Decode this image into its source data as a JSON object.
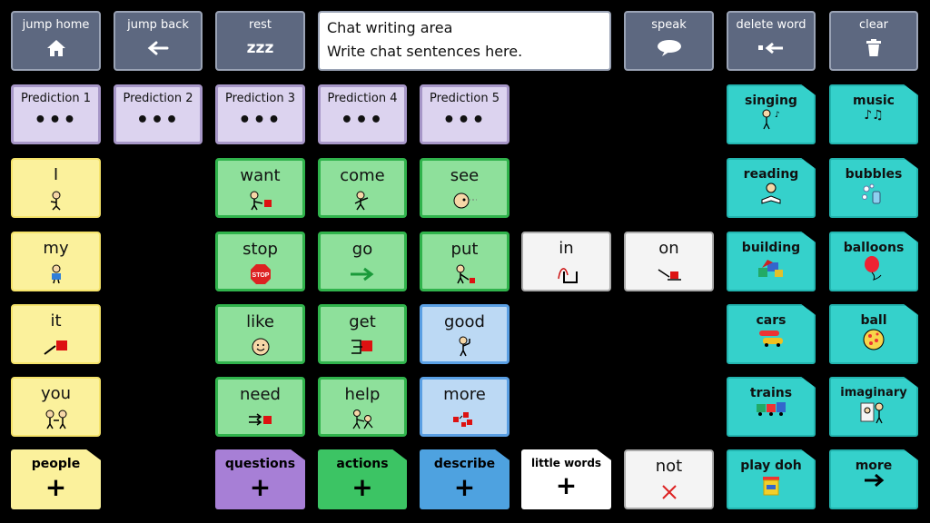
{
  "toolbar": {
    "jump_home": "jump home",
    "jump_back": "jump back",
    "rest": "rest",
    "rest_symbol": "zzz",
    "speak": "speak",
    "delete_word": "delete word",
    "clear": "clear"
  },
  "chat": {
    "title": "Chat writing area",
    "placeholder": "Write chat sentences here."
  },
  "predictions": [
    "Prediction 1",
    "Prediction 2",
    "Prediction 3",
    "Prediction 4",
    "Prediction 5"
  ],
  "prediction_symbol": "•••",
  "pronouns": [
    "I",
    "my",
    "it",
    "you"
  ],
  "verbs": {
    "want": "want",
    "come": "come",
    "see": "see",
    "stop": "stop",
    "go": "go",
    "put": "put",
    "like": "like",
    "get": "get",
    "need": "need",
    "help": "help"
  },
  "descriptors": {
    "good": "good",
    "more": "more"
  },
  "prepositions": {
    "in": "in",
    "on": "on"
  },
  "stop_sign_text": "STOP",
  "topics": {
    "singing": "singing",
    "music": "music",
    "reading": "reading",
    "bubbles": "bubbles",
    "building": "building",
    "balloons": "balloons",
    "cars": "cars",
    "ball": "ball",
    "trains": "trains",
    "imaginary": "imaginary"
  },
  "folders": {
    "people": "people",
    "questions": "questions",
    "actions": "actions",
    "describe": "describe",
    "little_words": "little words",
    "not": "not",
    "play_doh": "play doh",
    "more": "more"
  },
  "colors": {
    "toolbar": "#5d6880",
    "prediction": "#dcd3ef",
    "pronoun": "#fbf19c",
    "verb": "#8ee09b",
    "descriptor": "#bcd9f4",
    "topic": "#35d1cb",
    "questions": "#a77fd6",
    "actions": "#3cc464",
    "describe": "#4ea2e0"
  }
}
